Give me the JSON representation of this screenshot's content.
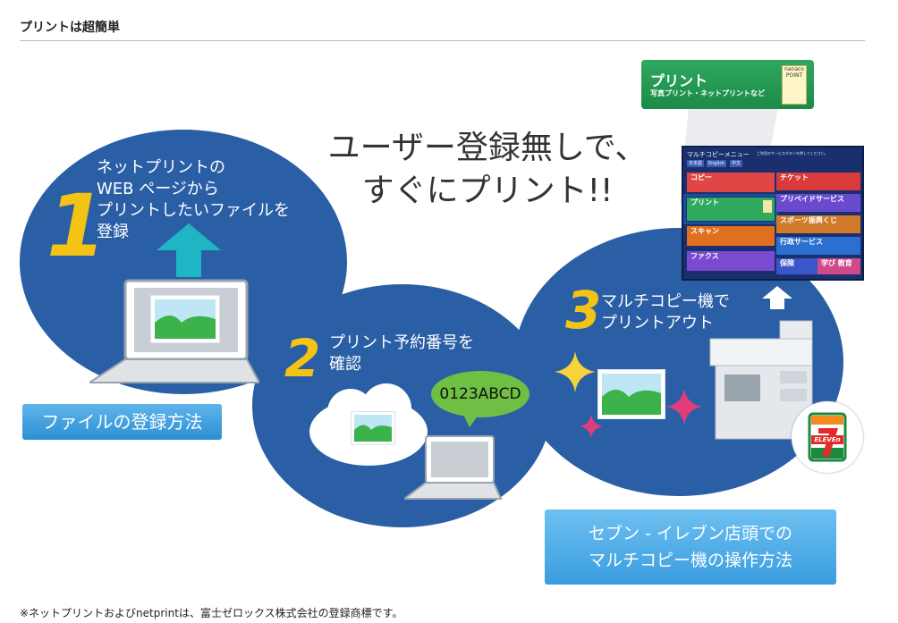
{
  "heading": "プリントは超簡単",
  "tagline": {
    "line1": "ユーザー登録無しで、",
    "line2": "すぐにプリント!!"
  },
  "steps": [
    {
      "number": "1",
      "text": "ネットプリントの\nWEB ページから\nプリントしたいファイルを\n登録"
    },
    {
      "number": "2",
      "text": "プリント予約番号を\n確認"
    },
    {
      "number": "3",
      "text": "マルチコピー機で\nプリントアウト"
    }
  ],
  "reservation_code": "0123ABCD",
  "buttons": {
    "file_register": "ファイルの登録方法",
    "store_line1": "セブン - イレブン店頭での",
    "store_line2": "マルチコピー機の操作方法"
  },
  "print_card": {
    "title": "プリント",
    "subtitle": "写真プリント・ネットプリントなど",
    "icon_text": "nanaco POINT"
  },
  "copier_menu": {
    "title": "マルチコピーメニュー",
    "note": "ご利用のサービスボタンを押してください。",
    "languages": [
      "日本語",
      "English",
      "中文"
    ],
    "items": [
      {
        "label": "コピー",
        "color": "#e04646"
      },
      {
        "label": "プリント",
        "color": "#2fa860"
      },
      {
        "label": "スキャン",
        "color": "#e07020"
      },
      {
        "label": "ファクス",
        "color": "#7a4bd0"
      },
      {
        "label": "チケット",
        "color": "#d93a3a"
      },
      {
        "label": "プリペイドサービス",
        "color": "#6a4bd0"
      },
      {
        "label": "スポーツ振興くじ",
        "color": "#d07a2a"
      },
      {
        "label": "行政サービス",
        "color": "#2b6fd0"
      },
      {
        "label": "保険",
        "color": "#3a56c8"
      },
      {
        "label": "学び 教育",
        "color": "#d04a8a"
      }
    ]
  },
  "logo_text": "ELEVEn",
  "footnote": "※ネットプリントおよびnetprintは、富士ゼロックス株式会社の登録商標です。",
  "colors": {
    "blob": "#2a5fa6",
    "number": "#f3c316",
    "arrow": "#1fb5c4",
    "sparkle_yellow": "#f7d23a",
    "sparkle_pink": "#e33c7a"
  }
}
